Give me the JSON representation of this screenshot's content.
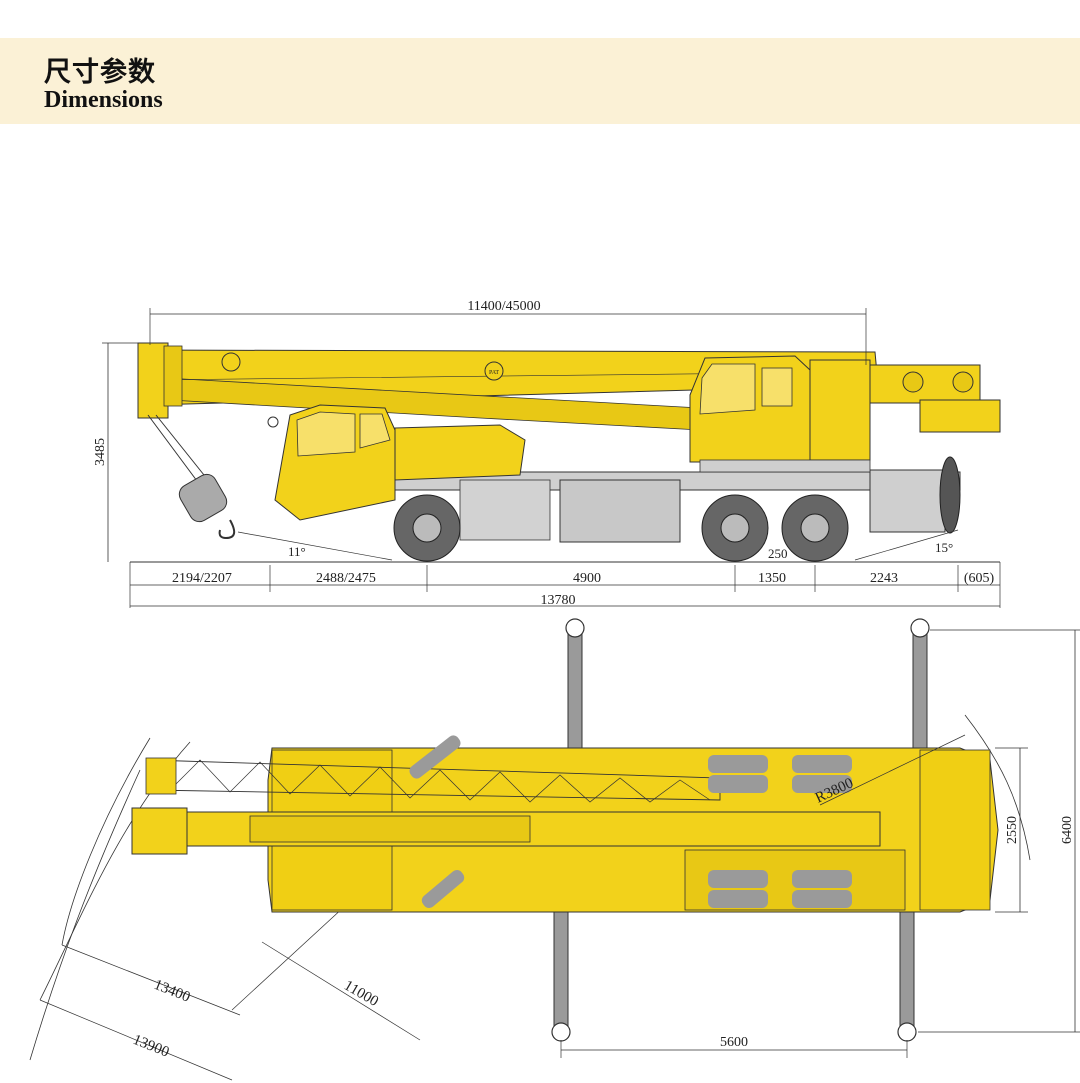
{
  "header": {
    "title_cn": "尺寸参数",
    "title_en": "Dimensions"
  },
  "side_view": {
    "boom_length": "11400/45000",
    "height": "3485",
    "front_overhang": "2194/2207",
    "cab_to_axle": "2488/2475",
    "wheelbase_1": "4900",
    "wheelbase_2": "1350",
    "rear_section": "2243",
    "rear_overhang": "(605)",
    "total_length": "13780",
    "approach_angle": "11°",
    "departure_angle": "15°",
    "ground_clearance": "250",
    "boom_badge": "PAT"
  },
  "top_view": {
    "tail_radius": "R3800",
    "vehicle_width": "2550",
    "outrigger_span_transverse": "6400",
    "outrigger_span_longitudinal": "5600",
    "turning_radius_inner": "11000",
    "turning_radius_mid": "13400",
    "turning_radius_outer": "13900"
  },
  "colors": {
    "body_yellow": "#f2d21b",
    "outline": "#333333",
    "gray_parts": "#9a9a9a",
    "header_band": "#fbf1d6"
  }
}
